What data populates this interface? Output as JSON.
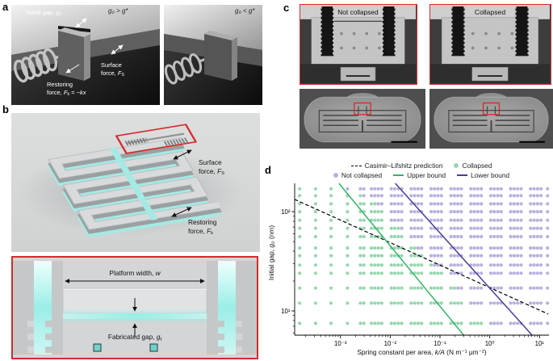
{
  "colors": {
    "accent_red": "#d42b2b",
    "device_cyan": "#a5e9e4",
    "collapsed_green": "#96d7af",
    "not_collapsed_purple": "#b9b1de",
    "upper_bound_green": "#35b267",
    "lower_bound_navy": "#4a3d96",
    "prediction_black": "#000000"
  },
  "figure": {
    "panel_a": {
      "label": "a",
      "initial_gap_pre": "Initial gap, ",
      "initial_gap_var": "g₀",
      "regime_left": "g₀ > g*",
      "regime_right": "g₀ < g*",
      "surface_line1": "Surface",
      "surface_line2": "force, ",
      "force_symbol": "F",
      "surface_sub": "S",
      "restoring_line1": "Restoring",
      "restoring_line2": "force, ",
      "restoring_sub": "k",
      "restoring_eq_pre": " = −",
      "restoring_eq_var": "kx"
    },
    "panel_b": {
      "label": "b",
      "surface_line1": "Surface",
      "surface_line2": "force, ",
      "force_symbol": "F",
      "surface_sub": "S",
      "restoring_line1": "Restoring",
      "restoring_line2": "force, ",
      "restoring_sub": "k",
      "inset": {
        "platform_pre": "Platform width, ",
        "platform_var": "w",
        "gap_pre": "Fabricated gap, ",
        "gap_var": "g",
        "gap_sub": "f"
      }
    },
    "panel_c": {
      "label": "c",
      "not_collapsed": "Not collapsed",
      "collapsed": "Collapsed"
    },
    "panel_d": {
      "label": "d"
    }
  },
  "chart_data": {
    "type": "scatter",
    "x_scale": "log",
    "y_scale": "log",
    "xlabel_pre": "Spring constant per area, ",
    "xlabel_var": "k/A",
    "xlabel_post": " (N m⁻¹ μm⁻²)",
    "ylabel_pre": "Initial gap, ",
    "ylabel_var": "g₀",
    "ylabel_post": " (nm)",
    "xlim": [
      0.00012,
      15.5
    ],
    "ylim": [
      5.7,
      193
    ],
    "xticks": [
      {
        "label": "10⁻³",
        "value": 0.001
      },
      {
        "label": "10⁻²",
        "value": 0.01
      },
      {
        "label": "10⁻¹",
        "value": 0.1
      },
      {
        "label": "10⁰",
        "value": 1
      },
      {
        "label": "10¹",
        "value": 10
      }
    ],
    "yticks": [
      {
        "label": "10²",
        "value": 100
      },
      {
        "label": "10¹",
        "value": 10
      }
    ],
    "legend": [
      {
        "label": "Casimir–Lifshitz prediction",
        "swatch": "dashed",
        "color": "#000000"
      },
      {
        "label": "Collapsed",
        "swatch": "dot",
        "color": "#96d7af"
      },
      {
        "label": "Not collapsed",
        "swatch": "dot",
        "color": "#b9b1de"
      },
      {
        "label": "Upper bound",
        "swatch": "line",
        "color": "#35b267"
      },
      {
        "label": "Lower bound",
        "swatch": "line",
        "color": "#4a3d96"
      }
    ],
    "lines": [
      {
        "name": "casimir_lifshitz_prediction",
        "style": "dashed",
        "color": "#000000",
        "points": [
          [
            0.00012,
            133
          ],
          [
            15.0,
            9.3
          ]
        ]
      },
      {
        "name": "upper_bound",
        "style": "solid",
        "color": "#35b267",
        "points": [
          [
            0.00093,
            193
          ],
          [
            0.3,
            5.7
          ]
        ]
      },
      {
        "name": "lower_bound",
        "style": "solid",
        "color": "#4a3d96",
        "points": [
          [
            0.0126,
            193
          ],
          [
            7.1,
            5.7
          ]
        ]
      }
    ],
    "scatter": {
      "collapsed_color": "#96d7af",
      "not_collapsed_color": "#b9b1de",
      "k_over_A_values": [
        0.000151,
        0.000316,
        0.000646,
        0.00138,
        0.00251,
        0.00295,
        0.00417,
        0.0049,
        0.00575,
        0.00676,
        0.0105,
        0.0123,
        0.0145,
        0.017,
        0.0263,
        0.0309,
        0.0363,
        0.0427,
        0.0661,
        0.0776,
        0.0912,
        0.107,
        0.166,
        0.195,
        0.229,
        0.269,
        0.417,
        0.49,
        0.575,
        0.676,
        1.05,
        1.23,
        1.45,
        1.7,
        2.63,
        3.09,
        3.63,
        4.27,
        6.61,
        7.76,
        9.12,
        10.7,
        14.5
      ],
      "rows": [
        {
          "g0": 170,
          "collapse_threshold": 0.0012
        },
        {
          "g0": 145,
          "collapse_threshold": 0.0026
        },
        {
          "g0": 120,
          "collapse_threshold": 0.005
        },
        {
          "g0": 100,
          "collapse_threshold": 0.0075
        },
        {
          "g0": 82,
          "collapse_threshold": 0.0105
        },
        {
          "g0": 68,
          "collapse_threshold": 0.0148
        },
        {
          "g0": 56,
          "collapse_threshold": 0.021
        },
        {
          "g0": 43,
          "collapse_threshold": 0.035
        },
        {
          "g0": 36,
          "collapse_threshold": 0.049
        },
        {
          "g0": 29,
          "collapse_threshold": 0.075
        },
        {
          "g0": 24,
          "collapse_threshold": 0.108
        },
        {
          "g0": 17,
          "collapse_threshold": 0.21
        },
        {
          "g0": 12,
          "collapse_threshold": 0.41
        },
        {
          "g0": 7.5,
          "collapse_threshold": 1.05
        }
      ]
    }
  }
}
